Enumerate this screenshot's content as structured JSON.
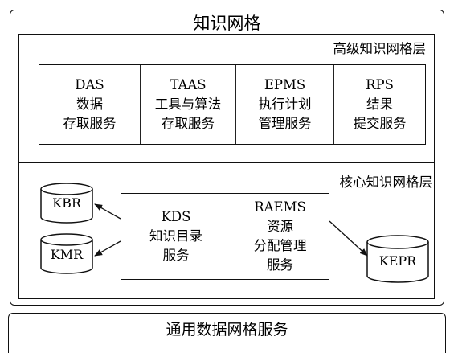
{
  "title": "知识网格",
  "upper_layer": {
    "label": "高级知识网格层",
    "services": [
      {
        "name": "DAS",
        "line2": "数据",
        "line3": "存取服务"
      },
      {
        "name": "TAAS",
        "line2": "工具与算法",
        "line3": "存取服务"
      },
      {
        "name": "EPMS",
        "line2": "执行计划",
        "line3": "管理服务"
      },
      {
        "name": "RPS",
        "line2": "结果",
        "line3": "提交服务"
      }
    ]
  },
  "core_layer": {
    "label": "核心知识网格层",
    "kds": {
      "name": "KDS",
      "line2": "知识目录",
      "line3": "服务"
    },
    "raems": {
      "name": "RAEMS",
      "line2": "资源",
      "line3": "分配管理",
      "line4": "服务"
    },
    "databases": {
      "kbr": "KBR",
      "kmr": "KMR",
      "kepr": "KEPR"
    }
  },
  "bottom": {
    "label": "通用数据网格服务"
  }
}
